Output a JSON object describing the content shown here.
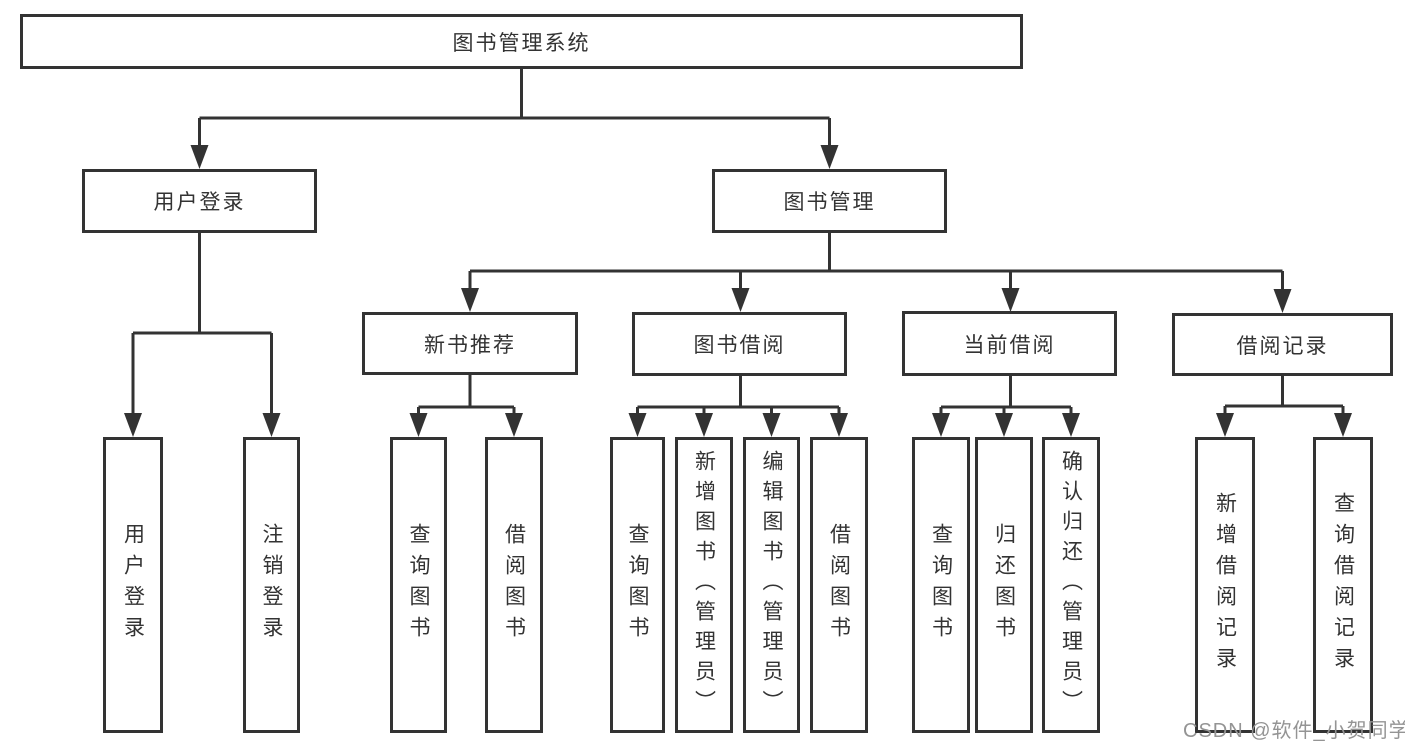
{
  "tree": {
    "root": {
      "label": "图书管理系统"
    },
    "level1": [
      {
        "label": "用户登录",
        "children": [
          {
            "label": "用户登录"
          },
          {
            "label": "注销登录"
          }
        ]
      },
      {
        "label": "图书管理",
        "children": [
          {
            "label": "新书推荐",
            "children": [
              {
                "label": "查询图书"
              },
              {
                "label": "借阅图书"
              }
            ]
          },
          {
            "label": "图书借阅",
            "children": [
              {
                "label": "查询图书"
              },
              {
                "label": "新增图书（管理员）"
              },
              {
                "label": "编辑图书（管理员）"
              },
              {
                "label": "借阅图书"
              }
            ]
          },
          {
            "label": "当前借阅",
            "children": [
              {
                "label": "查询图书"
              },
              {
                "label": "归还图书"
              },
              {
                "label": "确认归还（管理员）"
              }
            ]
          },
          {
            "label": "借阅记录",
            "children": [
              {
                "label": "新增借阅记录"
              },
              {
                "label": "查询借阅记录"
              }
            ]
          }
        ]
      }
    ]
  },
  "watermark": {
    "text": "CSDN @软件_小贺同学"
  },
  "colors": {
    "line": "#333333",
    "box_border": "#333333",
    "text": "#333333",
    "watermark": "#949494",
    "background": "#ffffff"
  }
}
